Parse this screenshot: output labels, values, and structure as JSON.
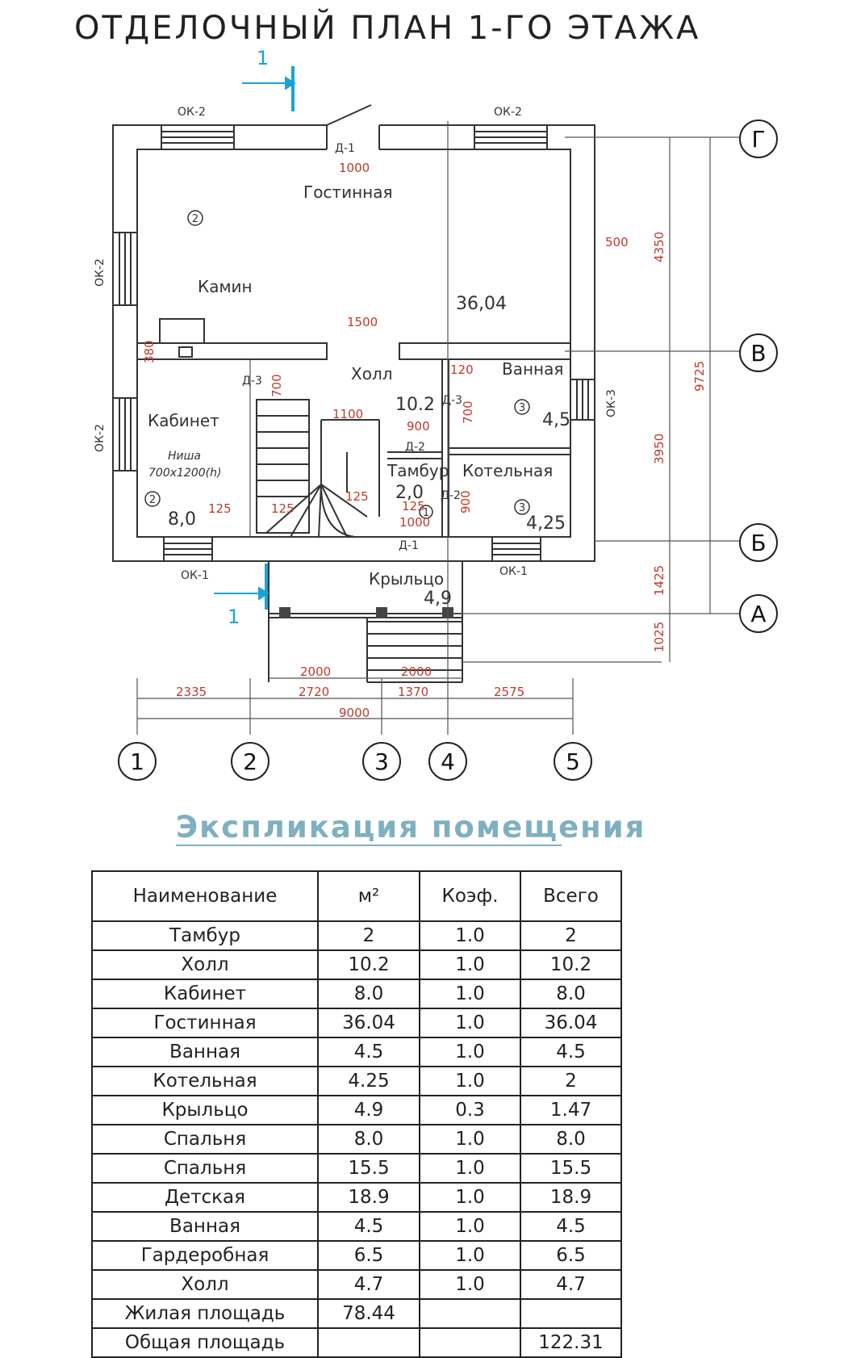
{
  "title": "ОТДЕЛОЧНЫЙ ПЛАН 1-ГО ЭТАЖА",
  "plan": {
    "section_mark": "1",
    "axes_letters": [
      "Г",
      "В",
      "Б",
      "А"
    ],
    "axes_numbers": [
      "1",
      "2",
      "3",
      "4",
      "5"
    ],
    "rooms": {
      "living": "Гостинная",
      "hall": "Холл",
      "cabinet": "Кабинет",
      "bath": "Ванная",
      "boiler": "Котельная",
      "tambour": "Тамбур",
      "porch": "Крыльцо",
      "fireplace": "Камин"
    },
    "niche": [
      "Ниша",
      "700х1200(h)"
    ],
    "areas": {
      "living": "36,04",
      "hall": "10.2",
      "cabinet": "8,0",
      "bath": "4,5",
      "boiler": "4,25",
      "tambour": "2,0",
      "porch": "4,9"
    },
    "finish_marks": {
      "m2": "2",
      "m3": "3",
      "m1": "1"
    },
    "windows": {
      "ok1": "ОК-1",
      "ok2": "ОК-2",
      "ok3": "ОК-3"
    },
    "doors": {
      "d1": "Д-1",
      "d2": "Д-2",
      "d3": "Д-3"
    },
    "dims_red": {
      "d1000": "1000",
      "d500": "500",
      "d1500": "1500",
      "d380": "380",
      "d700": "700",
      "d120": "120",
      "d1100": "1100",
      "d900": "900",
      "d125": "125",
      "d2000": "2000",
      "d2335": "2335",
      "d2720": "2720",
      "d1370": "1370",
      "d2575": "2575",
      "d9000": "9000",
      "d4350": "4350",
      "d3950": "3950",
      "d1425": "1425",
      "d1025": "1025",
      "d9725": "9725"
    }
  },
  "explication": {
    "title": "Экспликация помещения",
    "headers": [
      "Наименование",
      "м²",
      "Коэф.",
      "Всего"
    ],
    "rows": [
      [
        "Тамбур",
        "2",
        "1.0",
        "2"
      ],
      [
        "Холл",
        "10.2",
        "1.0",
        "10.2"
      ],
      [
        "Кабинет",
        "8.0",
        "1.0",
        "8.0"
      ],
      [
        "Гостинная",
        "36.04",
        "1.0",
        "36.04"
      ],
      [
        "Ванная",
        "4.5",
        "1.0",
        "4.5"
      ],
      [
        "Котельная",
        "4.25",
        "1.0",
        "2"
      ],
      [
        "Крыльцо",
        "4.9",
        "0.3",
        "1.47"
      ],
      [
        "Спальня",
        "8.0",
        "1.0",
        "8.0"
      ],
      [
        "Спальня",
        "15.5",
        "1.0",
        "15.5"
      ],
      [
        "Детская",
        "18.9",
        "1.0",
        "18.9"
      ],
      [
        "Ванная",
        "4.5",
        "1.0",
        "4.5"
      ],
      [
        "Гардеробная",
        "6.5",
        "1.0",
        "6.5"
      ],
      [
        "Холл",
        "4.7",
        "1.0",
        "4.7"
      ]
    ],
    "totals": [
      [
        "Жилая площадь",
        "78.44",
        "",
        ""
      ],
      [
        "Общая площадь",
        "",
        "",
        "122.31"
      ]
    ]
  }
}
